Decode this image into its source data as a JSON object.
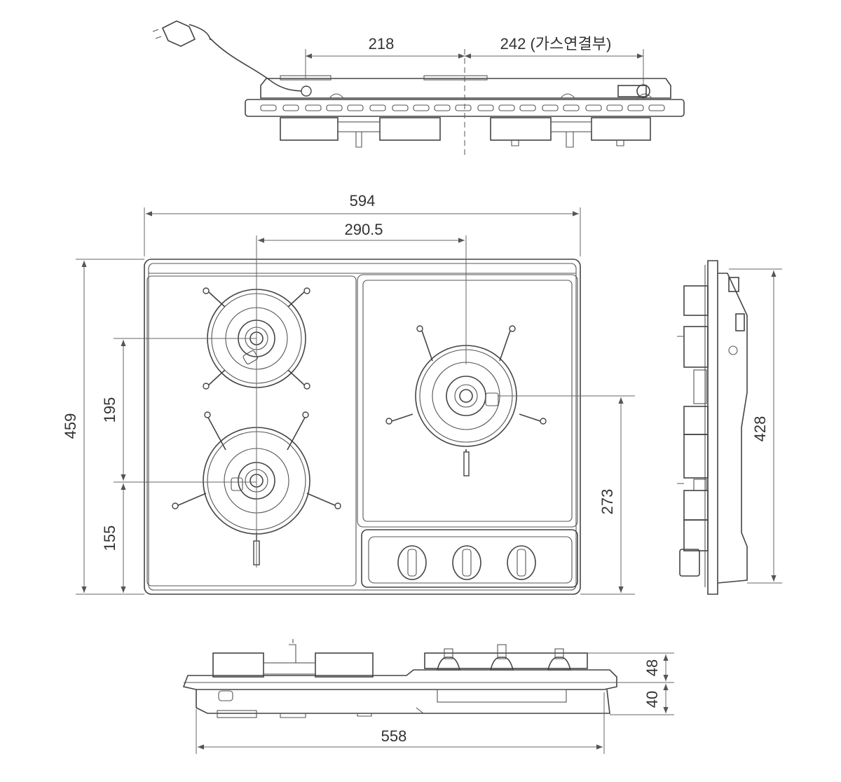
{
  "dimensions": {
    "top_left_span": "218",
    "top_right_span": "242 (가스연결부)",
    "overall_width": "594",
    "burner_spacing": "290.5",
    "overall_depth": "459",
    "burner_depth_a": "195",
    "burner_depth_b": "155",
    "right_burner_depth": "273",
    "side_depth": "428",
    "height_upper": "48",
    "height_lower": "40",
    "cutout_width": "558"
  }
}
